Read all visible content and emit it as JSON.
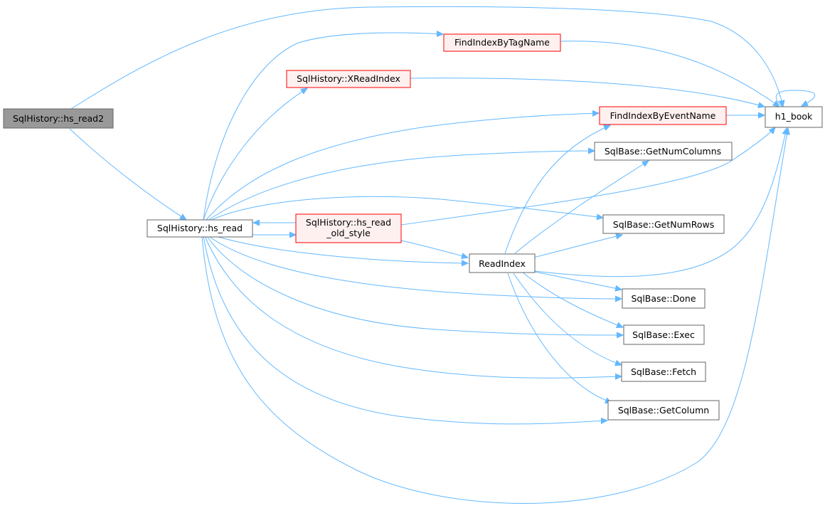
{
  "colors": {
    "edge": "#63b8ff",
    "normal_border": "#666666",
    "normal_fill": "#ffffff",
    "root_fill": "#999999",
    "root_border": "#666666",
    "red_border": "#ff0000",
    "red_fill": "#fff0f0"
  },
  "nodes": {
    "hs_read2": {
      "label": "SqlHistory::hs_read2",
      "style": "root"
    },
    "hs_read": {
      "label": "SqlHistory::hs_read",
      "style": "normal"
    },
    "find_tag": {
      "label": "FindIndexByTagName",
      "style": "red"
    },
    "xread": {
      "label": "SqlHistory::XReadIndex",
      "style": "red"
    },
    "find_event": {
      "label": "FindIndexByEventName",
      "style": "red"
    },
    "h1_book": {
      "label": "h1_book",
      "style": "normal"
    },
    "get_num_columns": {
      "label": "SqlBase::GetNumColumns",
      "style": "normal"
    },
    "hs_read_old_1": {
      "label": "SqlHistory::hs_read",
      "style": "red"
    },
    "hs_read_old_2": {
      "label": "_old_style",
      "style": "red"
    },
    "get_num_rows": {
      "label": "SqlBase::GetNumRows",
      "style": "normal"
    },
    "read_index": {
      "label": "ReadIndex",
      "style": "normal"
    },
    "done": {
      "label": "SqlBase::Done",
      "style": "normal"
    },
    "exec": {
      "label": "SqlBase::Exec",
      "style": "normal"
    },
    "fetch": {
      "label": "SqlBase::Fetch",
      "style": "normal"
    },
    "get_column": {
      "label": "SqlBase::GetColumn",
      "style": "normal"
    }
  }
}
